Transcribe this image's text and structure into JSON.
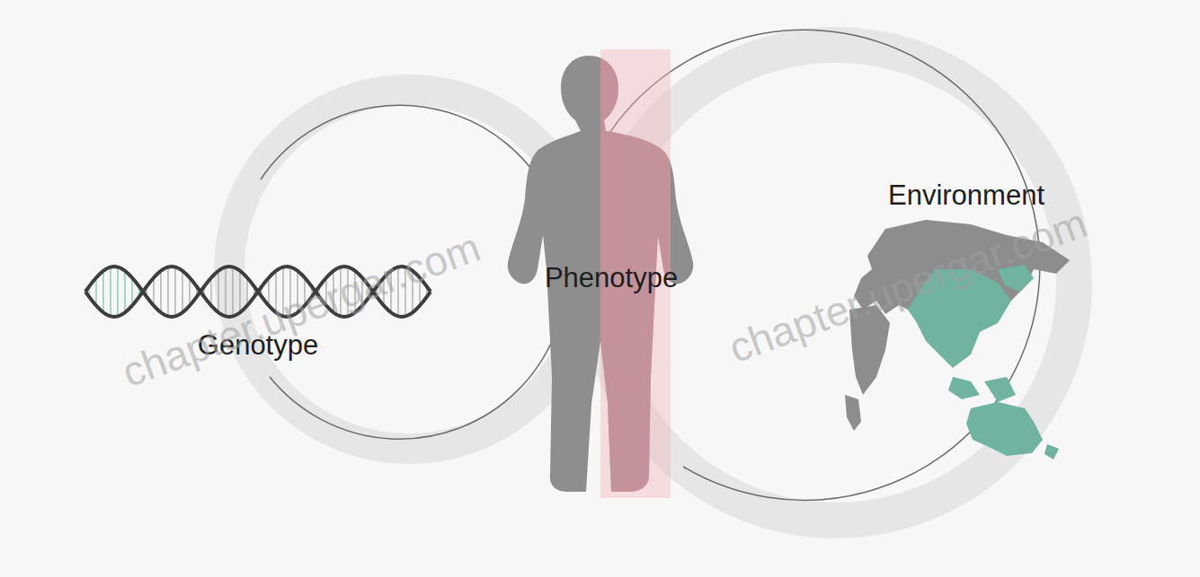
{
  "diagram": {
    "labels": [
      "Genotype",
      "Phenotype",
      "Environment",
      "chapter.upergar.com",
      "chapter.upergar.com"
    ]
  }
}
